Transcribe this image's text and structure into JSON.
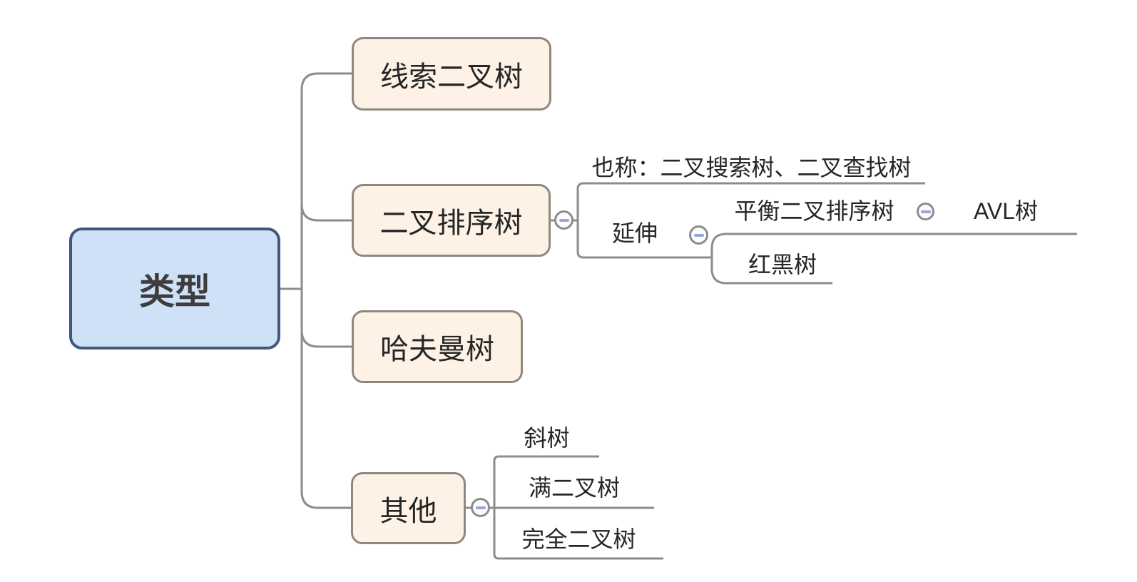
{
  "tree": {
    "root": {
      "label": "类型"
    },
    "branches": [
      {
        "label": "线索二叉树"
      },
      {
        "label": "二叉排序树",
        "collapse_icon": "minus",
        "children": [
          {
            "label": "也称：二叉搜索树、二叉查找树"
          },
          {
            "label": "延伸",
            "collapse_icon": "minus",
            "children": [
              {
                "label": "平衡二叉排序树",
                "collapse_icon": "minus",
                "children": [
                  {
                    "label": "AVL树"
                  }
                ]
              },
              {
                "label": "红黑树"
              }
            ]
          }
        ]
      },
      {
        "label": "哈夫曼树"
      },
      {
        "label": "其他",
        "collapse_icon": "minus",
        "children": [
          {
            "label": "斜树"
          },
          {
            "label": "满二叉树"
          },
          {
            "label": "完全二叉树"
          }
        ]
      }
    ]
  },
  "colors": {
    "root_fill": "#cfe1f6",
    "root_border": "#41587d",
    "branch_fill": "#fdf2e5",
    "branch_border": "#90887f",
    "connector_line": "#8c8c8c",
    "toggle_minus": "#98a8d6",
    "text": "#262626"
  }
}
